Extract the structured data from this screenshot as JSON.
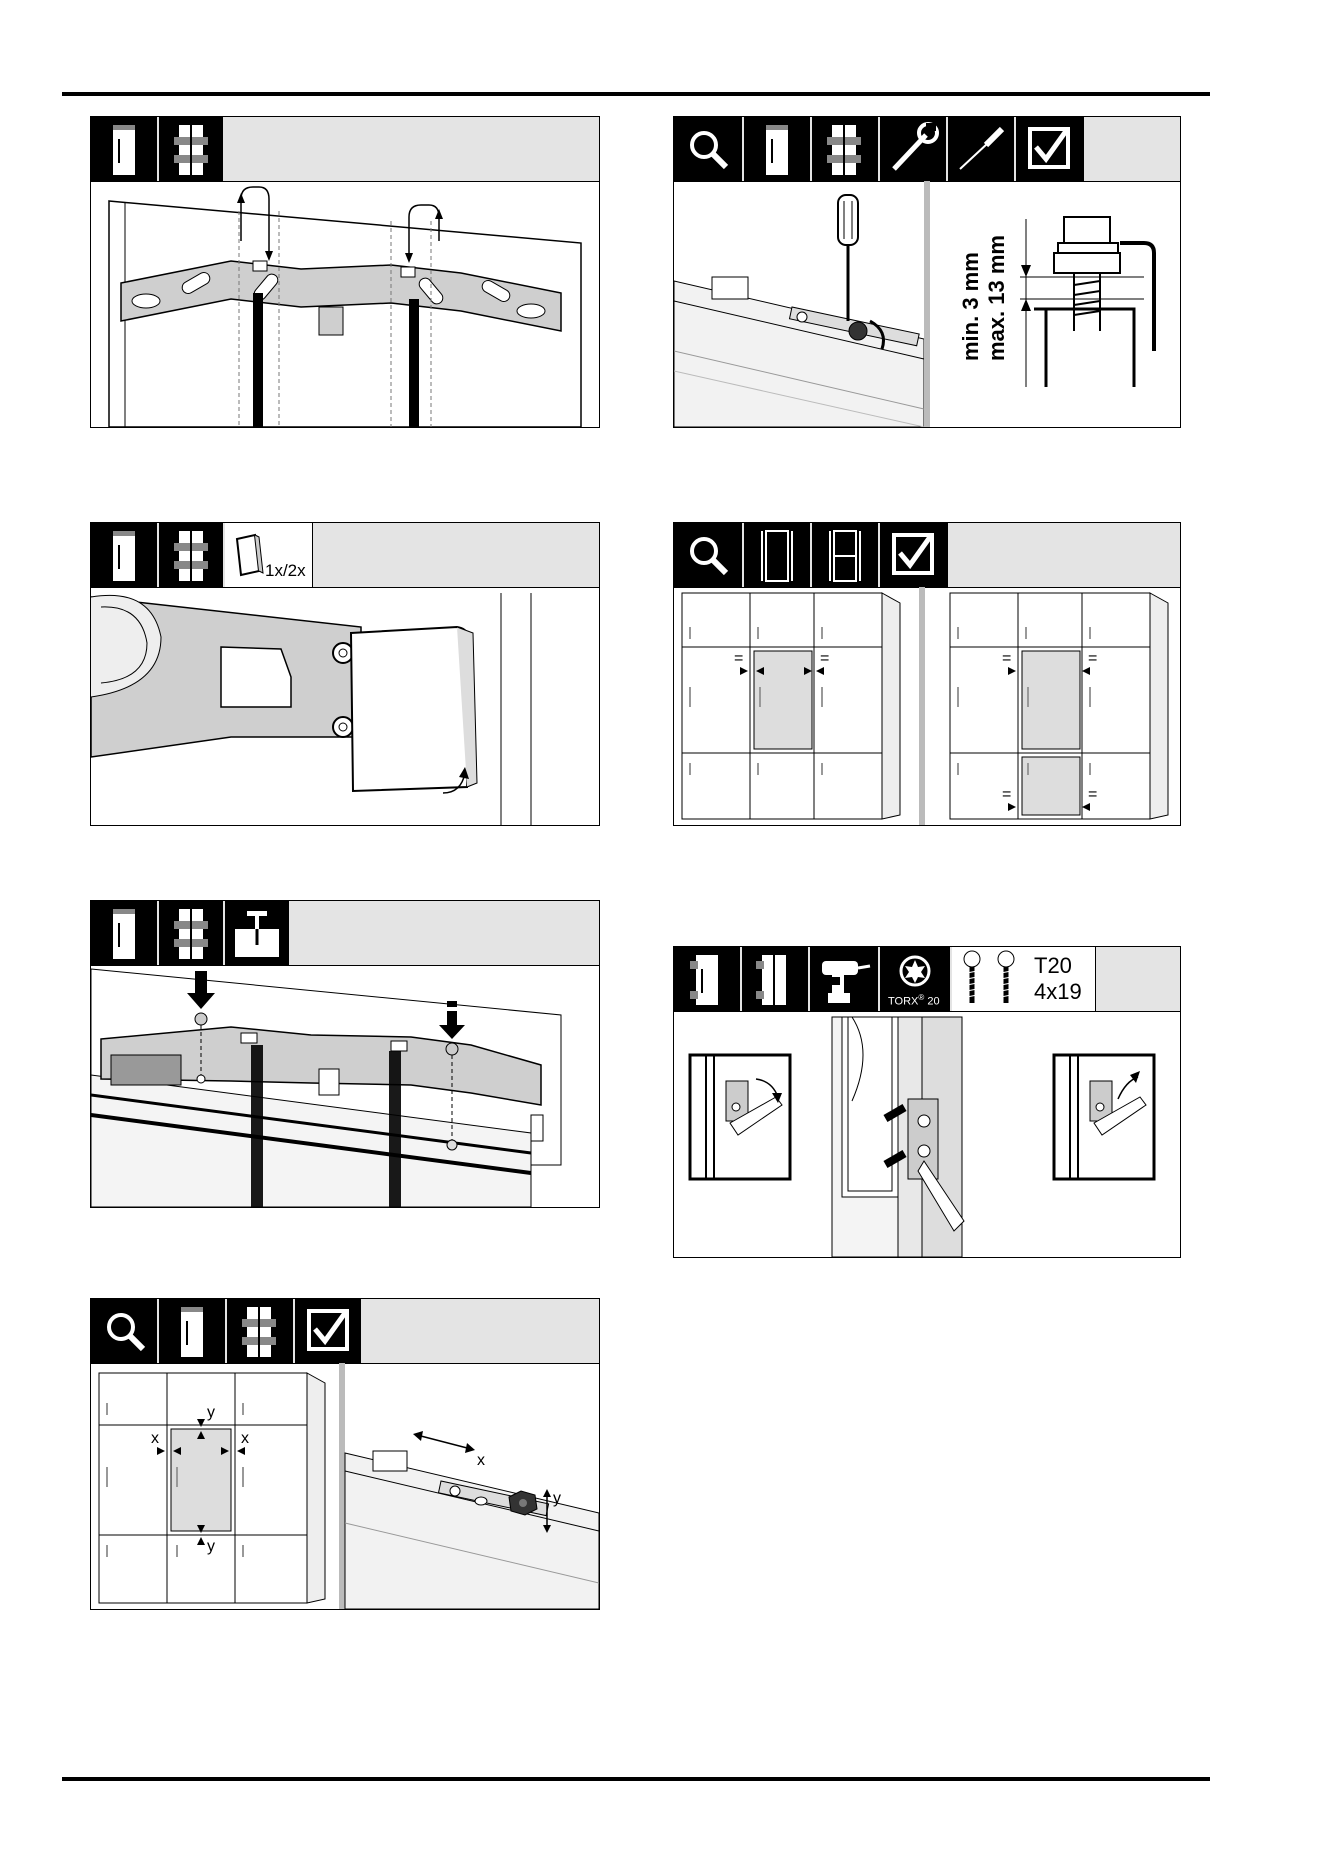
{
  "panels": {
    "p3_label": "1x/2x",
    "p5_dim_min": "min. 3 mm",
    "p5_dim_max": "max. 13 mm",
    "p4_axis_x": "x",
    "p4_axis_y": "y",
    "p6_equal": "=",
    "p7_torx": "TORX",
    "p7_torx_sup": "®",
    "p7_torx_size": "20",
    "p7_screw_type": "T20",
    "p7_screw_size": "4x19"
  },
  "icons": [
    "door-panel-icon",
    "hinged-door-panel-icon",
    "cover-cap-icon",
    "screw-into-board-icon",
    "magnifier-icon",
    "checkmark-icon",
    "wrench-icon",
    "screwdriver-icon",
    "cordless-drill-icon",
    "torx-bit-icon",
    "screws-icon"
  ],
  "colors": {
    "header_bg": "#e4e4e4",
    "icon_tile": "#000000",
    "part_fill": "#d0d0d0",
    "line": "#000000"
  }
}
